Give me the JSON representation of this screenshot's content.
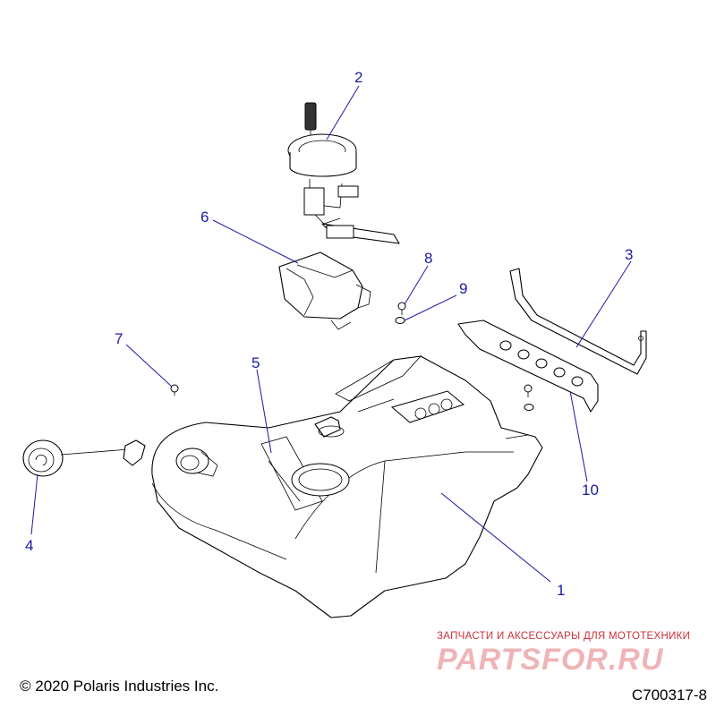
{
  "diagram": {
    "callouts": [
      "1",
      "2",
      "3",
      "4",
      "5",
      "6",
      "7",
      "8",
      "9",
      "10"
    ],
    "copyright": "© 2020 Polaris Industries Inc.",
    "code": "C700317-8",
    "colors": {
      "callout": "#1a1aa8",
      "linework": "#000000",
      "watermark": "#c9333a"
    }
  },
  "watermark": {
    "tagline": "ЗАПЧАСТИ И АКСЕССУАРЫ ДЛЯ МОТОТЕХНИКИ",
    "logo": "PARTSFOR.RU"
  }
}
